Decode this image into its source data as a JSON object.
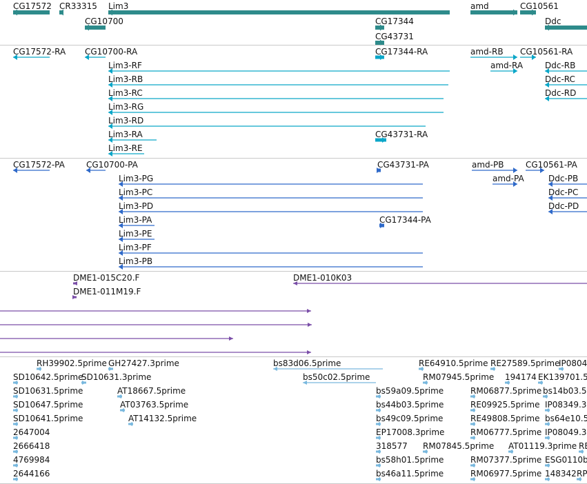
{
  "colors": {
    "background": "#ffffff",
    "separator": "#c8c8c8",
    "gene": "#2e8b8b",
    "transcript": "#0aa6c8",
    "protein": "#2e69c9",
    "clone": "#7a4ea8",
    "est": "#79b8de",
    "label": "#111111"
  },
  "tracks": [
    {
      "name": "gene-track",
      "color": "gene",
      "features": [
        {
          "label": "CG17572",
          "strand": "minus",
          "row": 0,
          "start": 19,
          "end": 72
        },
        {
          "label": "CR33315",
          "strand": "minus",
          "row": 0,
          "start": 86,
          "end": 92
        },
        {
          "label": "Lim3",
          "strand": "minus",
          "row": 0,
          "start": 157,
          "end": 652
        },
        {
          "label": "amd",
          "strand": "plus",
          "row": 0,
          "start": 682,
          "end": 750
        },
        {
          "label": "CG10561",
          "strand": "plus",
          "row": 0,
          "start": 754,
          "end": 777
        },
        {
          "label": "CG10700",
          "strand": "minus",
          "row": 1,
          "start": 123,
          "end": 153
        },
        {
          "label": "CG17344",
          "strand": "plus",
          "row": 1,
          "start": 544,
          "end": 557
        },
        {
          "label": "Ddc",
          "strand": "minus",
          "row": 1,
          "start": 790,
          "end": 851
        },
        {
          "label": "CG43731",
          "strand": "plus",
          "row": 2,
          "start": 544,
          "end": 557
        }
      ]
    },
    {
      "name": "transcript-track",
      "color": "transcript",
      "features": [
        {
          "label": "CG17572-RA",
          "strand": "minus",
          "row": 0,
          "start": 19,
          "end": 72
        },
        {
          "label": "CG10700-RA",
          "strand": "minus",
          "row": 0,
          "start": 123,
          "end": 153
        },
        {
          "label": "CG17344-RA",
          "strand": "plus",
          "row": 0,
          "start": 544,
          "end": 557
        },
        {
          "label": "amd-RB",
          "strand": "plus",
          "row": 0,
          "start": 682,
          "end": 750
        },
        {
          "label": "CG10561-RA",
          "strand": "plus",
          "row": 0,
          "start": 754,
          "end": 777
        },
        {
          "label": "Lim3-RF",
          "strand": "minus",
          "row": 1,
          "start": 157,
          "end": 652
        },
        {
          "label": "amd-RA",
          "strand": "plus",
          "row": 1,
          "start": 711,
          "end": 750
        },
        {
          "label": "Ddc-RB",
          "strand": "minus",
          "row": 1,
          "start": 790,
          "end": 851
        },
        {
          "label": "Lim3-RB",
          "strand": "minus",
          "row": 2,
          "start": 157,
          "end": 650
        },
        {
          "label": "Ddc-RC",
          "strand": "minus",
          "row": 2,
          "start": 790,
          "end": 851
        },
        {
          "label": "Lim3-RC",
          "strand": "minus",
          "row": 3,
          "start": 157,
          "end": 643
        },
        {
          "label": "Ddc-RD",
          "strand": "minus",
          "row": 3,
          "start": 790,
          "end": 851
        },
        {
          "label": "Lim3-RG",
          "strand": "minus",
          "row": 4,
          "start": 157,
          "end": 643
        },
        {
          "label": "Lim3-RD",
          "strand": "minus",
          "row": 5,
          "start": 157,
          "end": 617
        },
        {
          "label": "Lim3-RA",
          "strand": "minus",
          "row": 6,
          "start": 157,
          "end": 227
        },
        {
          "label": "CG43731-RA",
          "strand": "plus",
          "row": 6,
          "start": 544,
          "end": 560
        },
        {
          "label": "Lim3-RE",
          "strand": "minus",
          "row": 7,
          "start": 157,
          "end": 209
        }
      ]
    },
    {
      "name": "protein-track",
      "color": "protein",
      "features": [
        {
          "label": "CG17572-PA",
          "strand": "minus",
          "row": 0,
          "start": 19,
          "end": 72
        },
        {
          "label": "CG10700-PA",
          "strand": "minus",
          "row": 0,
          "start": 125,
          "end": 153
        },
        {
          "label": "CG43731-PA",
          "strand": "plus",
          "row": 0,
          "start": 547,
          "end": 552
        },
        {
          "label": "amd-PB",
          "strand": "plus",
          "row": 0,
          "start": 684,
          "end": 750
        },
        {
          "label": "CG10561-PA",
          "strand": "plus",
          "row": 0,
          "start": 762,
          "end": 789
        },
        {
          "label": "Lim3-PG",
          "strand": "minus",
          "row": 1,
          "start": 172,
          "end": 613
        },
        {
          "label": "amd-PA",
          "strand": "plus",
          "row": 1,
          "start": 714,
          "end": 750
        },
        {
          "label": "Ddc-PB",
          "strand": "minus",
          "row": 1,
          "start": 795,
          "end": 851
        },
        {
          "label": "Lim3-PC",
          "strand": "minus",
          "row": 2,
          "start": 172,
          "end": 613
        },
        {
          "label": "Ddc-PC",
          "strand": "minus",
          "row": 2,
          "start": 795,
          "end": 851
        },
        {
          "label": "Lim3-PD",
          "strand": "minus",
          "row": 3,
          "start": 172,
          "end": 613
        },
        {
          "label": "Ddc-PD",
          "strand": "minus",
          "row": 3,
          "start": 795,
          "end": 851
        },
        {
          "label": "Lim3-PA",
          "strand": "minus",
          "row": 4,
          "start": 172,
          "end": 224
        },
        {
          "label": "CG17344-PA",
          "strand": "plus",
          "row": 4,
          "start": 550,
          "end": 557
        },
        {
          "label": "Lim3-PE",
          "strand": "minus",
          "row": 5,
          "start": 172,
          "end": 224
        },
        {
          "label": "Lim3-PF",
          "strand": "minus",
          "row": 6,
          "start": 172,
          "end": 613
        },
        {
          "label": "Lim3-PB",
          "strand": "minus",
          "row": 7,
          "start": 172,
          "end": 613
        }
      ]
    },
    {
      "name": "clone-track",
      "color": "clone",
      "features": [
        {
          "label": "DME1-015C20.F",
          "strand": "minus",
          "row": 0,
          "start": 106,
          "end": 111
        },
        {
          "label": "DME1-010K03",
          "strand": "minus",
          "row": 0,
          "start": 425,
          "end": 851
        },
        {
          "label": "DME1-011M19.F",
          "strand": "plus",
          "row": 1,
          "start": 106,
          "end": 111
        },
        {
          "label": "",
          "strand": "plus",
          "row": 2,
          "start": 0,
          "end": 451
        },
        {
          "label": "",
          "strand": "plus",
          "row": 3,
          "start": 0,
          "end": 452
        },
        {
          "label": "",
          "strand": "plus",
          "row": 4,
          "start": 0,
          "end": 338
        },
        {
          "label": "",
          "strand": "plus",
          "row": 5,
          "start": 0,
          "end": 451
        }
      ]
    },
    {
      "name": "est-track",
      "color": "est",
      "features": [
        {
          "label": "RH39902.5prime",
          "strand": "minus",
          "row": 0,
          "start": 53,
          "end": 60
        },
        {
          "label": "GH27427.3prime",
          "strand": "plus",
          "row": 0,
          "start": 157,
          "end": 164
        },
        {
          "label": "bs83d06.5prime",
          "strand": "minus",
          "row": 0,
          "start": 396,
          "end": 555
        },
        {
          "label": "RE64910.5prime",
          "strand": "minus",
          "row": 0,
          "start": 607,
          "end": 614
        },
        {
          "label": "RE27589.5prime",
          "strand": "minus",
          "row": 0,
          "start": 711,
          "end": 718
        },
        {
          "label": "IP0804",
          "strand": "minus",
          "row": 0,
          "start": 810,
          "end": 817
        },
        {
          "label": "SD10642.5prime",
          "strand": "minus",
          "row": 1,
          "start": 19,
          "end": 26
        },
        {
          "label": "SD10631.3prime",
          "strand": "plus",
          "row": 1,
          "start": 118,
          "end": 125
        },
        {
          "label": "bs50c02.5prime",
          "strand": "minus",
          "row": 1,
          "start": 439,
          "end": 545
        },
        {
          "label": "RM07945.5prime",
          "strand": "minus",
          "row": 1,
          "start": 613,
          "end": 620
        },
        {
          "label": "194174",
          "strand": "minus",
          "row": 1,
          "start": 732,
          "end": 739
        },
        {
          "label": "EK139701.5",
          "strand": "minus",
          "row": 1,
          "start": 780,
          "end": 787
        },
        {
          "label": "SD10631.5prime",
          "strand": "minus",
          "row": 2,
          "start": 19,
          "end": 26
        },
        {
          "label": "AT18667.5prime",
          "strand": "minus",
          "row": 2,
          "start": 170,
          "end": 177
        },
        {
          "label": "bs59a09.5prime",
          "strand": "minus",
          "row": 2,
          "start": 545,
          "end": 552
        },
        {
          "label": "RM06877.5prime",
          "strand": "minus",
          "row": 2,
          "start": 682,
          "end": 689
        },
        {
          "label": "bs14b03.5",
          "strand": "minus",
          "row": 2,
          "start": 787,
          "end": 794
        },
        {
          "label": "SD10647.5prime",
          "strand": "minus",
          "row": 3,
          "start": 19,
          "end": 26
        },
        {
          "label": "AT03763.5prime",
          "strand": "minus",
          "row": 3,
          "start": 174,
          "end": 181
        },
        {
          "label": "bs44b03.5prime",
          "strand": "minus",
          "row": 3,
          "start": 545,
          "end": 552
        },
        {
          "label": "RE09925.5prime",
          "strand": "minus",
          "row": 3,
          "start": 682,
          "end": 689
        },
        {
          "label": "IP08349.3",
          "strand": "minus",
          "row": 3,
          "start": 790,
          "end": 797
        },
        {
          "label": "SD10641.5prime",
          "strand": "minus",
          "row": 4,
          "start": 19,
          "end": 26
        },
        {
          "label": "AT14132.5prime",
          "strand": "minus",
          "row": 4,
          "start": 186,
          "end": 193
        },
        {
          "label": "bs49c09.5prime",
          "strand": "minus",
          "row": 4,
          "start": 545,
          "end": 552
        },
        {
          "label": "RE49808.5prime",
          "strand": "minus",
          "row": 4,
          "start": 682,
          "end": 689
        },
        {
          "label": "bs64e10.5",
          "strand": "minus",
          "row": 4,
          "start": 790,
          "end": 797
        },
        {
          "label": "2647004",
          "strand": "minus",
          "row": 5,
          "start": 19,
          "end": 26
        },
        {
          "label": "EP17008.3prime",
          "strand": "minus",
          "row": 5,
          "start": 545,
          "end": 552
        },
        {
          "label": "RM06777.5prime",
          "strand": "minus",
          "row": 5,
          "start": 682,
          "end": 689
        },
        {
          "label": "IP08049.3",
          "strand": "minus",
          "row": 5,
          "start": 790,
          "end": 797
        },
        {
          "label": "2666418",
          "strand": "minus",
          "row": 6,
          "start": 19,
          "end": 26
        },
        {
          "label": "318577",
          "strand": "minus",
          "row": 6,
          "start": 545,
          "end": 552
        },
        {
          "label": "RM07845.5prime",
          "strand": "minus",
          "row": 6,
          "start": 613,
          "end": 620
        },
        {
          "label": "AT01119.3prime",
          "strand": "minus",
          "row": 6,
          "start": 737,
          "end": 744
        },
        {
          "label": "RE",
          "strand": "minus",
          "row": 6,
          "start": 839,
          "end": 846
        },
        {
          "label": "4769984",
          "strand": "minus",
          "row": 7,
          "start": 19,
          "end": 26
        },
        {
          "label": "bs58h01.5prime",
          "strand": "minus",
          "row": 7,
          "start": 545,
          "end": 552
        },
        {
          "label": "RM07377.5prime",
          "strand": "minus",
          "row": 7,
          "start": 682,
          "end": 689
        },
        {
          "label": "ESG0110b",
          "strand": "minus",
          "row": 7,
          "start": 790,
          "end": 797
        },
        {
          "label": "2644166",
          "strand": "minus",
          "row": 8,
          "start": 19,
          "end": 26
        },
        {
          "label": "bs46a11.5prime",
          "strand": "minus",
          "row": 8,
          "start": 545,
          "end": 552
        },
        {
          "label": "RM06977.5prime",
          "strand": "minus",
          "row": 8,
          "start": 682,
          "end": 689
        },
        {
          "label": "148342",
          "strand": "minus",
          "row": 8,
          "start": 790,
          "end": 797
        },
        {
          "label": "RP",
          "strand": "minus",
          "row": 8,
          "start": 836,
          "end": 843
        }
      ]
    }
  ]
}
